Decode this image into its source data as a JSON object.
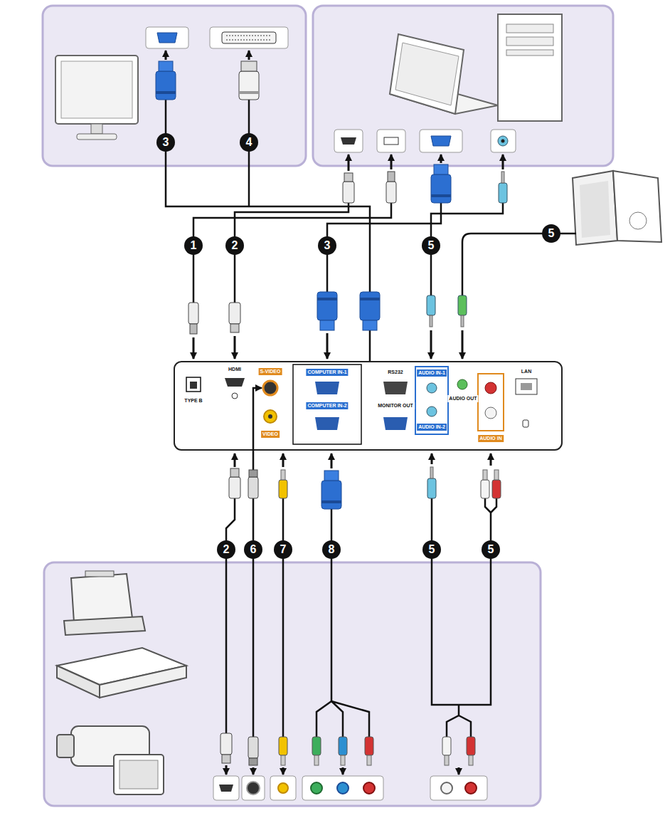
{
  "diagram": {
    "labels": [
      "3",
      "4",
      "1",
      "2",
      "3",
      "5",
      "5",
      "TYPE B",
      "HDMI",
      "S-VIDEO",
      "VIDEO",
      "COMPUTER IN-1",
      "RS232",
      "AUDIO IN-1",
      "AUDIO OUT",
      "LAN",
      "COMPUTER IN-2",
      "MONITOR OUT",
      "AUDIO IN-2",
      "AUDIO IN",
      "2",
      "6",
      "7",
      "8",
      "5",
      "5"
    ]
  }
}
